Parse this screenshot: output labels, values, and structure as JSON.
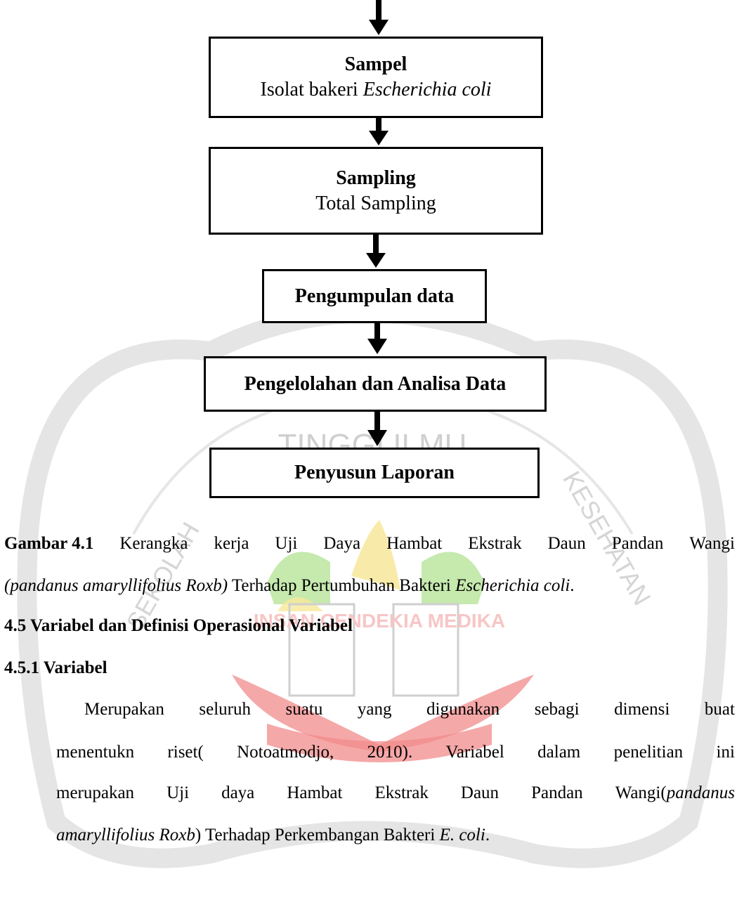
{
  "flowchart": {
    "boxes": [
      {
        "title": "Sampel",
        "subtitle_plain": "Isolat bakeri ",
        "subtitle_italic": "Escherichia coli"
      },
      {
        "title": "Sampling",
        "subtitle_plain": "Total Sampling",
        "subtitle_italic": ""
      },
      {
        "title": "Pengumpulan data"
      },
      {
        "title": "Pengelolahan dan Analisa Data"
      },
      {
        "title": "Penyusun Laporan"
      }
    ]
  },
  "caption": {
    "label": "Gambar 4.1",
    "line1_words": [
      "Kerangka",
      "kerja",
      "Uji",
      "Daya",
      "Hambat",
      "Ekstrak",
      "Daun",
      "Pandan",
      "Wangi"
    ],
    "line2_italic": "(pandanus amaryllifolius Roxb)",
    "line2_plain": " Terhadap Pertumbuhan Bakteri ",
    "line2_italic_end": "Escherichia coli",
    "line2_end": "."
  },
  "headings": {
    "section": "4.5 Variabel dan Definisi Operasional Variabel",
    "subsection": "4.5.1 Variabel"
  },
  "paragraph": {
    "line1_words": [
      "Merupakan",
      "seluruh",
      "suatu",
      "yang",
      "digunakan",
      "sebagi",
      "dimensi",
      "buat"
    ],
    "line2_words": [
      "menentukn",
      "riset(",
      "Notoatmodjo,",
      "2010).",
      "Variabel",
      "dalam",
      "penelitian",
      "ini"
    ],
    "line3_words": [
      "merupakan",
      "Uji",
      "daya",
      "Hambat",
      "Ekstrak",
      "Daun",
      "Pandan"
    ],
    "line3_last_plain": "Wangi(",
    "line3_last_italic": "pandanus",
    "line4_italic": "amaryllifolius Roxb",
    "line4_plain": ") Terhadap Perkembangan Bakteri ",
    "line4_italic_end": "E. coli",
    "line4_end": "."
  },
  "watermark": {
    "arc_text_top": "TINGGI ILMU",
    "left_text": "SEKOLAH",
    "right_text": "KESEHATAN",
    "banner_text": "INSAN CENDEKIA MEDIKA",
    "colors": {
      "ring": "#c8c8c8",
      "green": "#b8e39a",
      "yellow": "#f7e89a",
      "red": "#f18b8b",
      "gray": "#bdbdbd"
    }
  }
}
